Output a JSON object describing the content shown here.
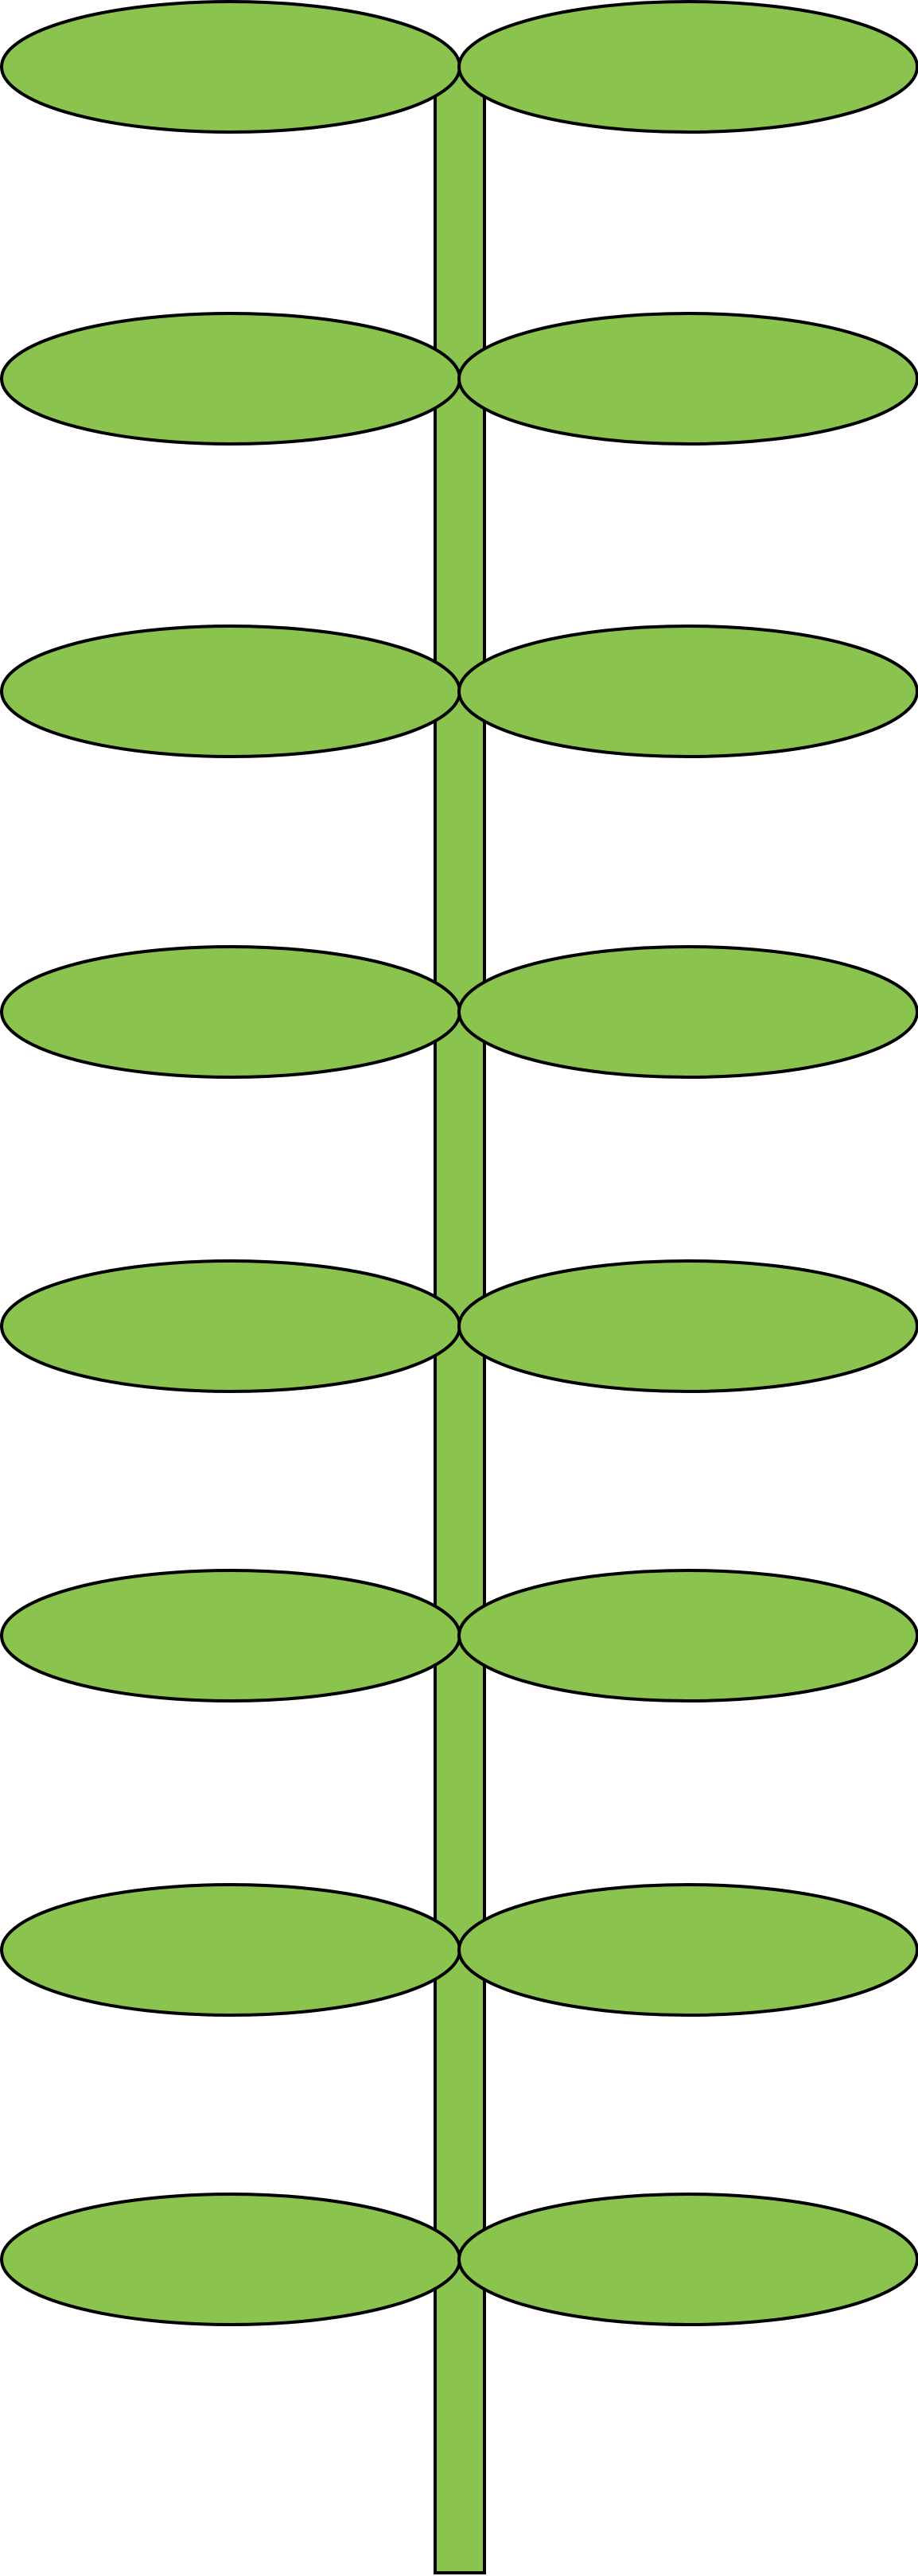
{
  "illustration": {
    "subject": "plant-stem-with-paired-leaves",
    "colors": {
      "leaf_fill": "#8bc34f",
      "stem_fill": "#8bc34f",
      "outline": "#000000",
      "background": "#ffffff"
    },
    "leaf_pair_count": 8,
    "stem_segment_count": 8
  }
}
